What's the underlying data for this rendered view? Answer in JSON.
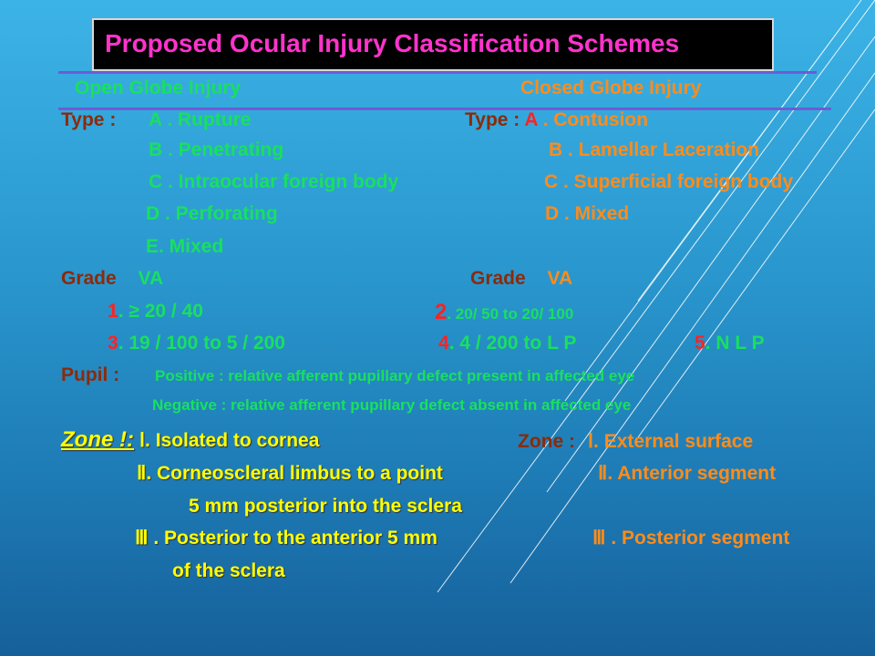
{
  "title": "Proposed Ocular Injury Classification Schemes",
  "open_globe_heading": "Open Globe Injury",
  "closed_globe_heading": "Closed Globe Injury",
  "type_label": "Type",
  "type_colon": ":",
  "open_types": [
    "A . Rupture",
    "B .  Penetrating",
    "C . Intraocular foreign body",
    "D . Perforating",
    "E. Mixed"
  ],
  "closed_type_label": "Type",
  "closed_type_colon": " : ",
  "closed_type_a_letter": "A",
  "closed_type_a_rest": " . Contusion",
  "closed_types": [
    "B . Lamellar Laceration",
    "C . Superficial foreign body",
    "D . Mixed"
  ],
  "grade_label": "Grade",
  "va_label": "VA",
  "grade_label_2": "Grade",
  "va_label_2": "VA",
  "grade1_num": "1",
  "grade1_rest": ".  ≥  20 / 40",
  "grade2_num": "2",
  "grade2_rest": ". 20/ 50 to 20/ 100",
  "grade3_num": "3",
  "grade3_rest": ". 19 / 100  to 5 / 200",
  "grade4_num": "4",
  "grade4_rest": ". 4 / 200  to L P",
  "grade5_num": "5",
  "grade5_rest": ".  N L P",
  "pupil_label": "Pupil",
  "pupil_colon": "  :",
  "pupil_positive": "Positive : relative afferent  pupillary defect present in affected eye",
  "pupil_negative": "Negative :  relative afferent pupillary defect absent in affected eye",
  "open_zone_label": "Zone !:",
  "open_zone_1": "Ⅰ. Isolated to cornea",
  "open_zone_2": "Ⅱ. Corneoscleral limbus to a point",
  "open_zone_2b": "5 mm posterior into the sclera",
  "open_zone_3": "Ⅲ . Posterior to the anterior 5 mm",
  "open_zone_3b": "of the sclera",
  "closed_zone_label": "Zone :",
  "closed_zone_1": "Ⅰ. External  surface",
  "closed_zone_2": "Ⅱ. Anterior segment",
  "closed_zone_3": "Ⅲ . Posterior segment",
  "colors": {
    "title": "#ff33cc",
    "open": "#19e05e",
    "closed": "#ff8c1a",
    "label": "#8a2b0c",
    "number": "#ff2222",
    "zone": "#ffff00"
  }
}
